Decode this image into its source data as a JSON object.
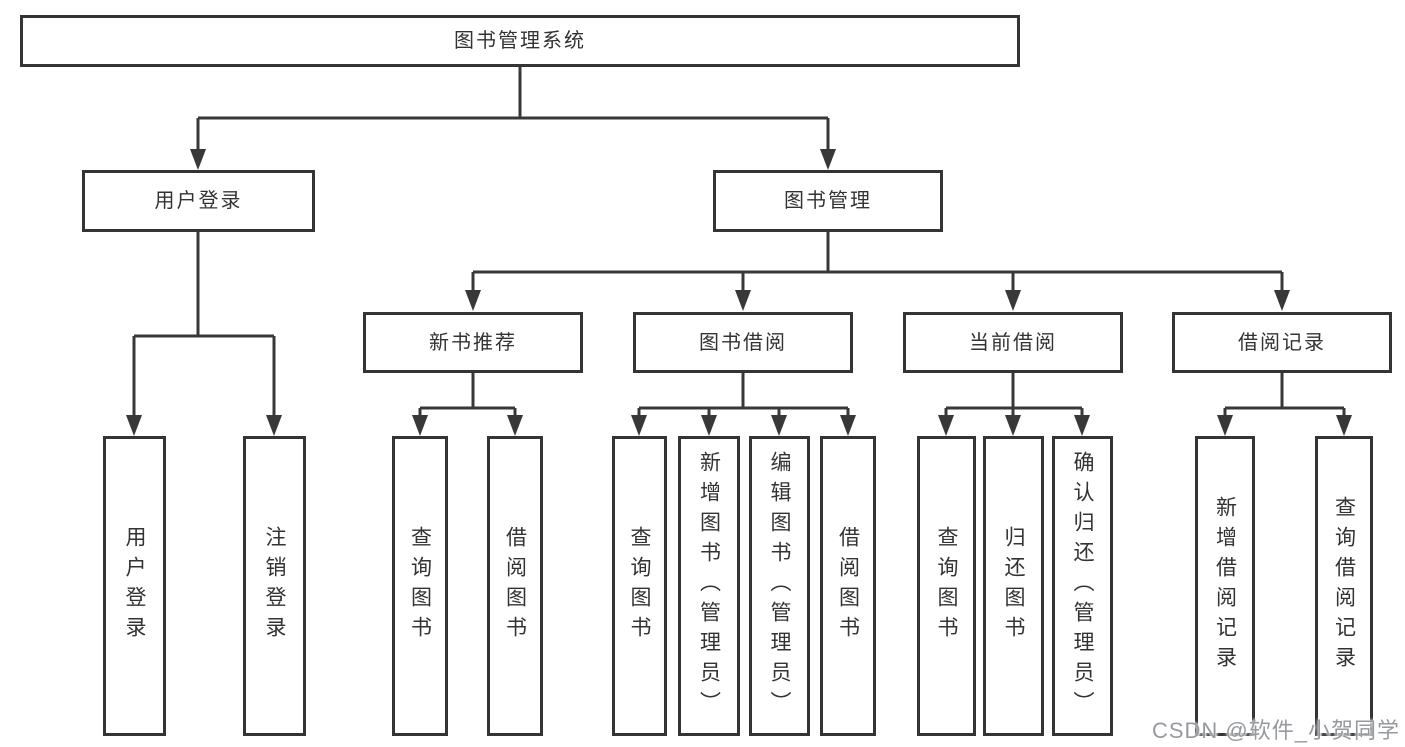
{
  "nodes": {
    "root": "图书管理系统",
    "user_login": "用户登录",
    "book_mgmt": "图书管理",
    "new_book_rec": "新书推荐",
    "book_borrow": "图书借阅",
    "current_borrow": "当前借阅",
    "borrow_records": "借阅记录",
    "leaves": {
      "user_login": [
        "用户登录",
        "注销登录"
      ],
      "new_book_rec": [
        "查询图书",
        "借阅图书"
      ],
      "book_borrow": [
        "查询图书",
        "新增图书（管理员）",
        "编辑图书（管理员）",
        "借阅图书"
      ],
      "current_borrow": [
        "查询图书",
        "归还图书",
        "确认归还（管理员）"
      ],
      "borrow_records": [
        "新增借阅记录",
        "查询借阅记录"
      ]
    }
  },
  "watermark": "CSDN @软件_小贺同学",
  "colors": {
    "line": "#383838",
    "text": "#333333",
    "watermark": "#96999e",
    "background": "#ffffff"
  }
}
